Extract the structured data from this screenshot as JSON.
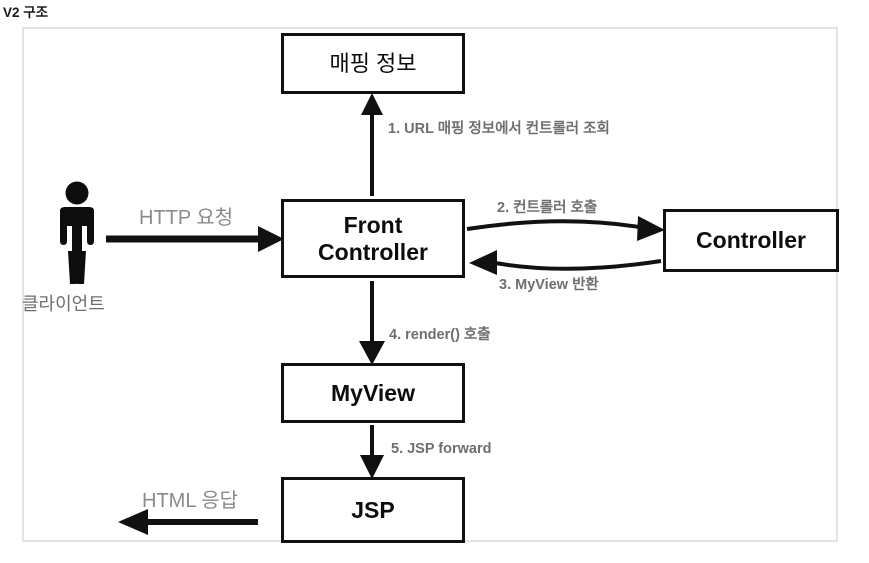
{
  "page": {
    "title": "V2 구조"
  },
  "diagram": {
    "type": "flow-diagram",
    "nodes": [
      {
        "id": "mapping",
        "label": "매핑 정보",
        "script": "ko"
      },
      {
        "id": "front",
        "label": "Front\nController",
        "script": "en"
      },
      {
        "id": "controller",
        "label": "Controller",
        "script": "en"
      },
      {
        "id": "myview",
        "label": "MyView",
        "script": "en"
      },
      {
        "id": "jsp",
        "label": "JSP",
        "script": "en"
      }
    ],
    "actor": {
      "id": "client",
      "label": "클라이언트",
      "icon": "person-icon"
    },
    "edges": [
      {
        "id": "http",
        "label": "HTTP 요청",
        "from": "client",
        "to": "front",
        "style": "straight"
      },
      {
        "id": "step1",
        "label": "1. URL 매핑 정보에서 컨트롤러 조회",
        "from": "front",
        "to": "mapping",
        "style": "straight"
      },
      {
        "id": "step2",
        "label": "2. 컨트롤러 호출",
        "from": "front",
        "to": "controller",
        "style": "curved"
      },
      {
        "id": "step3",
        "label": "3. MyView 반환",
        "from": "controller",
        "to": "front",
        "style": "curved"
      },
      {
        "id": "step4",
        "label": "4. render() 호출",
        "from": "front",
        "to": "myview",
        "style": "straight"
      },
      {
        "id": "step5",
        "label": "5. JSP forward",
        "from": "myview",
        "to": "jsp",
        "style": "straight"
      },
      {
        "id": "html",
        "label": "HTML 응답",
        "from": "jsp",
        "to": "client",
        "style": "straight"
      }
    ],
    "colors": {
      "box_border": "#111111",
      "frame_border": "#e3e3e3",
      "arrow": "#111111",
      "step_label": "#6f6f6f",
      "side_label": "#8a8a8a",
      "background": "#ffffff"
    }
  }
}
